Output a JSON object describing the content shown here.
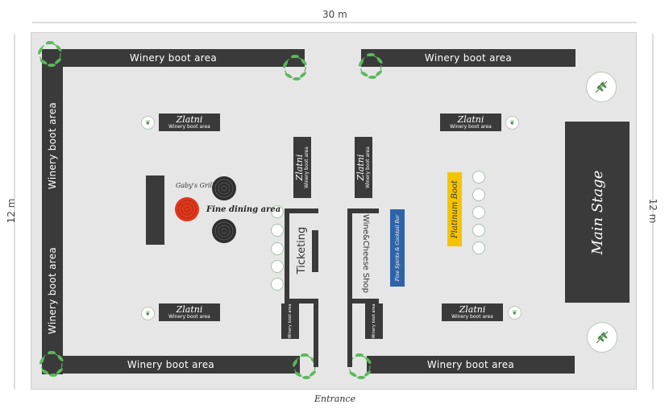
{
  "dimensions": {
    "width": "30 m",
    "height_left": "12 m",
    "height_right": "12 m"
  },
  "labels": {
    "winery_boot_area": "Winery boot area",
    "zlatni": "Zlatni",
    "winery_boot_area_small": "Winery boot area",
    "ticketing": "Ticketing",
    "wine_cheese_shop": "Wine&Cheese Shop",
    "fine_spirits_cocktail_bar": "Fine Spirits & Cocktail Bar",
    "platinum_boot": "Platinum Boot",
    "main_stage": "Main Stage",
    "gabys_grill": "Gaby's Grill",
    "fine_dining_area": "Fine dining area",
    "entrance": "Entrance"
  },
  "colors": {
    "booth_dark": "#3a3a3a",
    "floor": "#e6e6e6",
    "grill_red": "#e0381c",
    "platinum_yellow": "#f5c400",
    "bar_blue": "#2f63a8",
    "laurel_green": "#4caf50"
  },
  "icons": [
    "laurel-wreath-icon",
    "olive-branch-icon",
    "seat-icon",
    "dining-table-icon",
    "grill-icon"
  ]
}
